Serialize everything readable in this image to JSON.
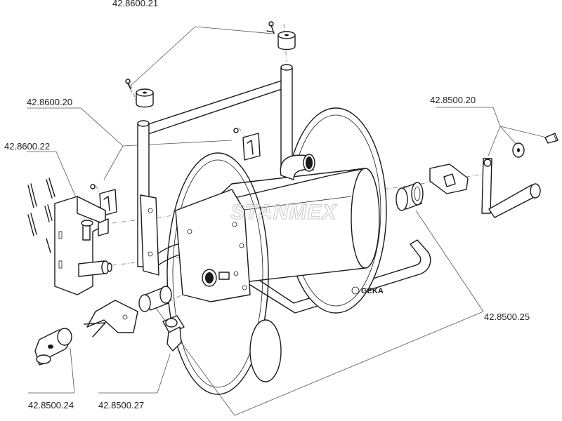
{
  "watermark": "STANMEX",
  "brand": "GEKA",
  "labels": {
    "p1": "42.8600.21",
    "p2": "42.8600.20",
    "p3": "42.8600.22",
    "p4": "42.8500.20",
    "p5": "42.8500.25",
    "p6": "42.8500.24",
    "p7": "42.8500.27"
  }
}
